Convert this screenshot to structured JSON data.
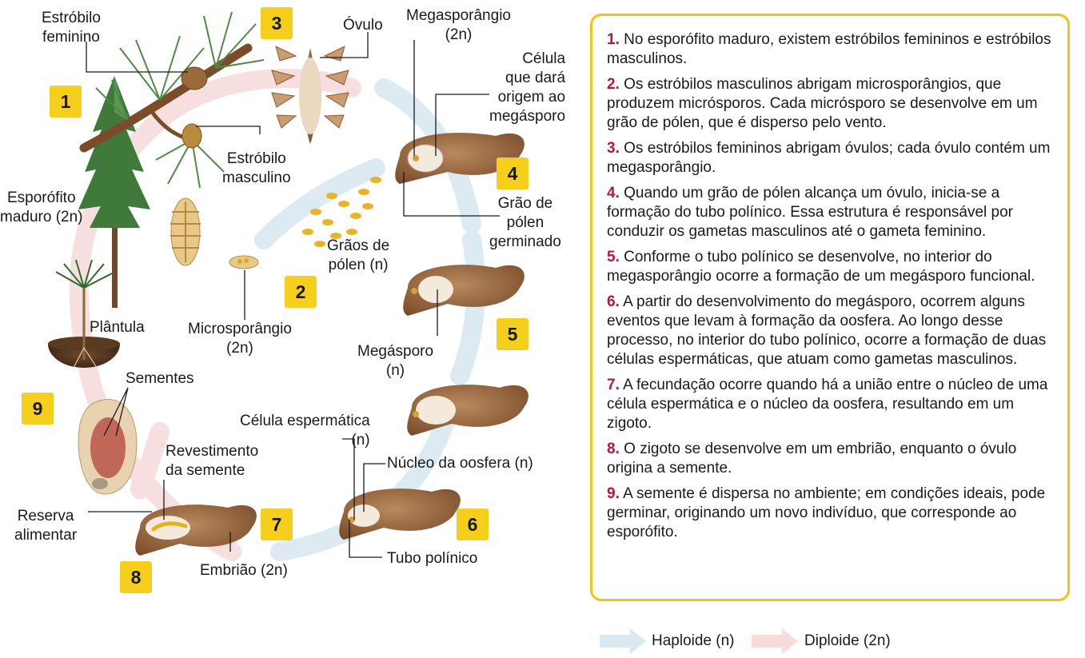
{
  "labels": {
    "estrobilo_feminino": "Estróbilo\nfeminino",
    "ovulo": "Óvulo",
    "megasporangio": "Megasporângio\n(2n)",
    "celula_megasporo": "Célula\nque dará\norigem ao\nmegásporo",
    "estrobilo_masculino": "Estróbilo\nmasculino",
    "esporofito": "Esporófito\nmaduro (2n)",
    "grao_germinado": "Grão de\npólen\ngerminado",
    "graos_polen": "Grãos de\npólen (n)",
    "microsporangio": "Microsporângio\n(2n)",
    "plantula": "Plântula",
    "megasporo": "Megásporo\n(n)",
    "sementes": "Sementes",
    "celula_espermatica": "Célula espermática\n(n)",
    "revestimento": "Revestimento\nda semente",
    "nucleo_oosfera": "Núcleo da oosfera (n)",
    "reserva": "Reserva\nalimentar",
    "tubo_polinico": "Tubo polínico",
    "embriao": "Embrião (2n)"
  },
  "badges": [
    "1",
    "2",
    "3",
    "4",
    "5",
    "6",
    "7",
    "8",
    "9"
  ],
  "steps": [
    {
      "n": "1.",
      "text": "No esporófito maduro, existem estróbilos femininos e estróbilos masculinos."
    },
    {
      "n": "2.",
      "text": "Os estróbilos masculinos abrigam microsporângios, que produzem micrósporos. Cada micrósporo se desenvolve em um grão de pólen, que é disperso pelo vento."
    },
    {
      "n": "3.",
      "text": "Os estróbilos femininos abrigam óvulos; cada óvulo contém um megasporângio."
    },
    {
      "n": "4.",
      "text": "Quando um grão de pólen alcança um óvulo, inicia-se a formação do tubo polínico. Essa estrutura é responsável por conduzir os gametas masculinos até o gameta feminino."
    },
    {
      "n": "5.",
      "text": "Conforme o tubo polínico se desenvolve, no interior do megasporângio ocorre a formação de um megásporo funcional."
    },
    {
      "n": "6.",
      "text": "A partir do desenvolvimento do megásporo, ocorrem alguns eventos que levam à formação da oosfera. Ao longo desse processo, no interior do tubo polínico, ocorre a formação de duas células espermáticas, que atuam como gametas masculinos."
    },
    {
      "n": "7.",
      "text": "A fecundação ocorre quando há a união entre o núcleo de uma célula espermática e o núcleo da oosfera, resultando em um zigoto."
    },
    {
      "n": "8.",
      "text": "O zigoto se desenvolve em um embrião, enquanto o óvulo origina a semente."
    },
    {
      "n": "9.",
      "text": "A semente é dispersa no ambiente; em condições ideais, pode germinar, originando um novo indivíduo, que corresponde ao esporófito."
    }
  ],
  "legend": {
    "haploid": "Haploide (n)",
    "diploid": "Diploide (2n)"
  },
  "colors": {
    "badge": "#f5cf1b",
    "panel_border": "#f0c419",
    "step_number": "#b8163f",
    "haploid_arrow": "#d9e8f1",
    "diploid_arrow": "#f7dcdc",
    "structure_brown": "#8a5a34"
  }
}
